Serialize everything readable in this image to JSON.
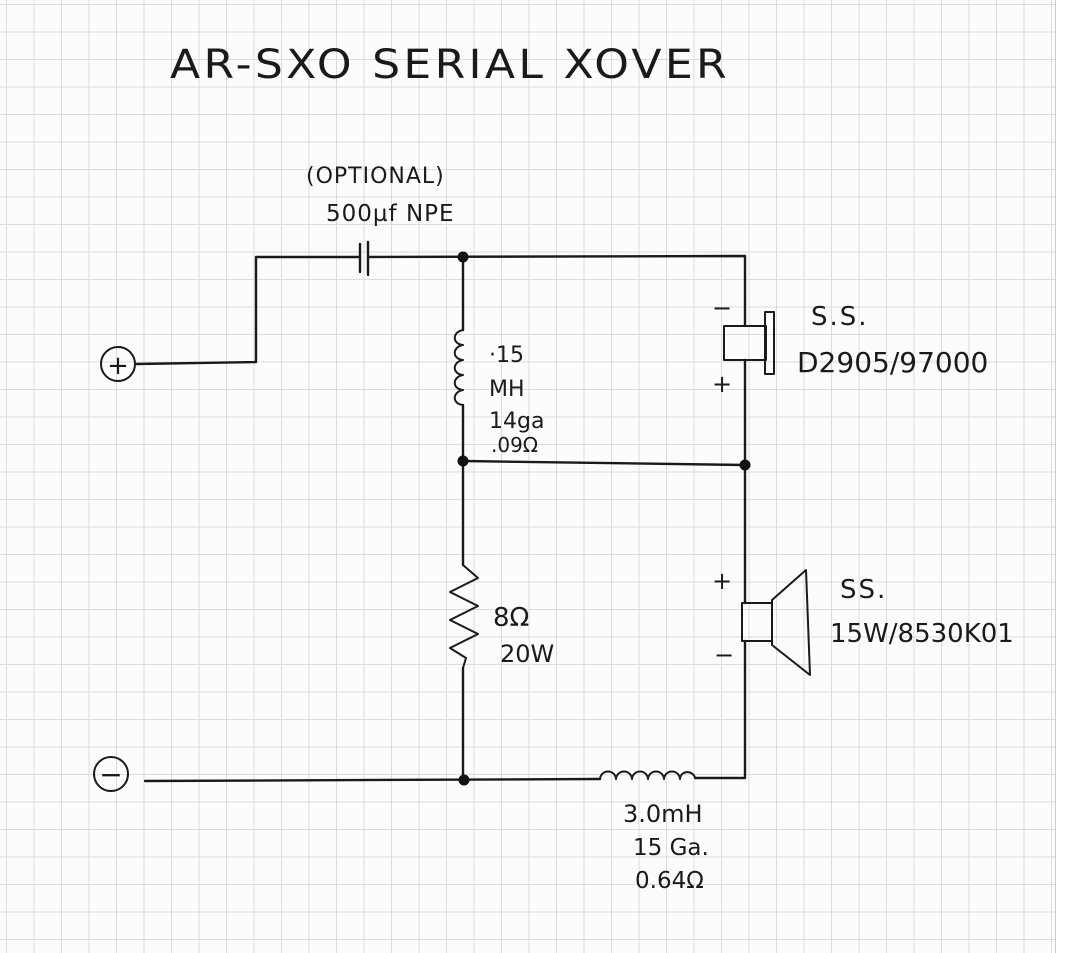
{
  "title": "AR-SXO SERIAL XOVER",
  "terminals": {
    "positive": "+",
    "negative": "−"
  },
  "capacitor": {
    "line1": "(OPTIONAL)",
    "line2": "500µf NPE"
  },
  "inductor_top": {
    "line1": "·15",
    "line2": "MH",
    "line3": "14ga",
    "line4": ".09Ω"
  },
  "resistor": {
    "line1": "8Ω",
    "line2": "20W"
  },
  "inductor_bottom": {
    "line1": "3.0mH",
    "line2": "15 Ga.",
    "line3": "0.64Ω"
  },
  "tweeter": {
    "label1": "S.S.",
    "label2": "D2905/97000",
    "pol_top": "−",
    "pol_bottom": "+"
  },
  "woofer": {
    "label1": "SS.",
    "label2": "15W/8530K01",
    "pol_top": "+",
    "pol_bottom": "−"
  }
}
